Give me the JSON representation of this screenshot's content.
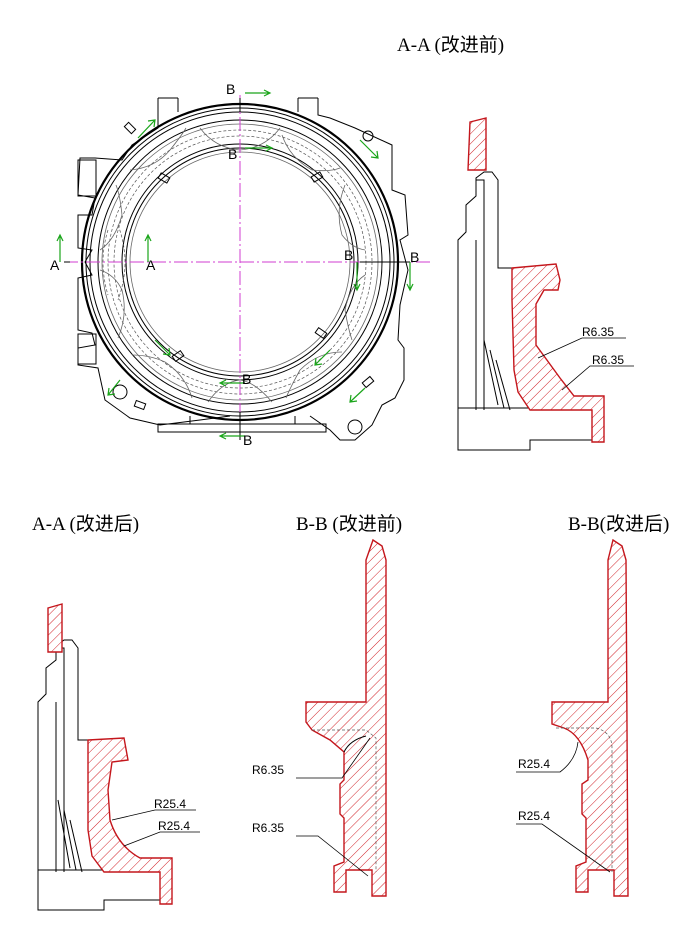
{
  "titles": {
    "aa_before": "A-A (改进前)",
    "aa_after": "A-A (改进后)",
    "bb_before": "B-B (改进前)",
    "bb_after": "B-B(改进后)"
  },
  "section_labels": {
    "a": "A",
    "b": "B"
  },
  "radii": {
    "aa_before_1": "R6.35",
    "aa_before_2": "R6.35",
    "aa_after_1": "R25.4",
    "aa_after_2": "R25.4",
    "bb_before_1": "R6.35",
    "bb_before_2": "R6.35",
    "bb_after_1": "R25.4",
    "bb_after_2": "R25.4"
  },
  "colors": {
    "section_hatch": "#c4161c",
    "centerline": "#d23cd2",
    "arrows": "#1aa51a"
  }
}
